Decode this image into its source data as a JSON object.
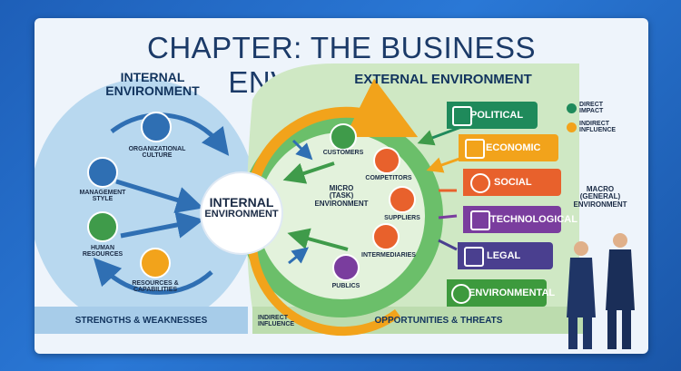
{
  "title": "CHAPTER: THE BUSINESS ENVIRONMENT",
  "internal": {
    "heading_line1": "INTERNAL",
    "heading_line2": "ENVIRONMENT",
    "items": {
      "org_line1": "ORGANIZATIONAL",
      "org_line2": "CULTURE",
      "mgmt_line1": "MANAGEMENT",
      "mgmt_line2": "STYLE",
      "human_line1": "HUMAN",
      "human_line2": "RESOURCES",
      "res_line1": "RESOURCES &",
      "res_line2": "CAPABILITIES"
    },
    "footer": "STRENGTHS & WEAKNESSES"
  },
  "center": {
    "line1": "INTERNAL",
    "line2": "ENVIRONMENT"
  },
  "micro": {
    "line1": "MICRO",
    "line2": "(TASK)",
    "line3": "ENVIRONMENT",
    "customers": "CUSTOMERS",
    "competitors": "COMPETITORS",
    "suppliers": "SUPPLIERS",
    "intermediaries": "INTERMEDIARIES",
    "publics": "PUBLICS"
  },
  "external": {
    "heading": "EXTERNAL ENVIRONMENT",
    "bands": [
      {
        "label": "POLITICAL",
        "color": "#1f8a5b"
      },
      {
        "label": "ECONOMIC",
        "color": "#f2a31b"
      },
      {
        "label": "SOCIAL",
        "color": "#e8612c"
      },
      {
        "label": "TECHNOLOGICAL",
        "color": "#7a3d9e"
      },
      {
        "label": "LEGAL",
        "color": "#4a3f8f"
      },
      {
        "label": "ENVIRONMENTAL",
        "color": "#3d9a3d"
      }
    ],
    "footer": "OPPORTUNITIES & THREATS",
    "indirect_line1": "INDIRECT",
    "indirect_line2": "INFLUENCE"
  },
  "legend": {
    "direct_line1": "DIRECT",
    "direct_line2": "IMPACT",
    "direct_color": "#1f8a5b",
    "indirect_line1": "INDIRECT",
    "indirect_line2": "INFLUENCE",
    "indirect_color": "#f2a31b"
  },
  "macro": {
    "line1": "MACRO",
    "line2": "(GENERAL)",
    "line3": "ENVIRONMENT"
  },
  "colors": {
    "accent_blue": "#2f6fb3",
    "green": "#3f9b4a",
    "orange": "#f2a31b"
  }
}
